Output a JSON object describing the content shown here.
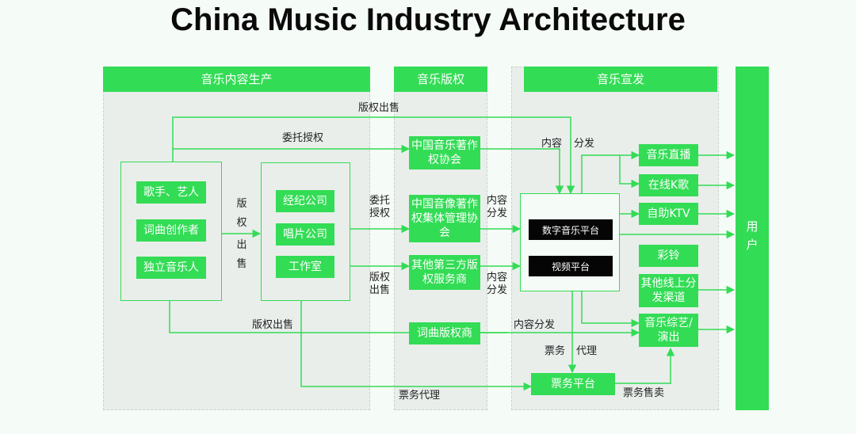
{
  "title": "China Music Industry Architecture",
  "sections": {
    "production": "音乐内容生产",
    "copyright": "音乐版权",
    "distribution": "音乐宣发"
  },
  "users": "用户",
  "creators": [
    "歌手、艺人",
    "词曲创作者",
    "独立音乐人"
  ],
  "companies": [
    "经纪公司",
    "唱片公司",
    "工作室"
  ],
  "agencies": {
    "mcsc": "中国音乐著作权协会",
    "casc": "中国音像著作权集体管理协会",
    "third_party": "其他第三方版权服务商",
    "lyric_copyright": "词曲版权商"
  },
  "platforms": {
    "digital_music": "数字音乐平台",
    "video": "视频平台",
    "ticketing": "票务平台"
  },
  "outlets": [
    "音乐直播",
    "在线K歌",
    "自助KTV",
    "彩铃",
    "其他线上分发渠道",
    "音乐综艺/演出"
  ],
  "labels": {
    "copyright_sale_top": "版权出售",
    "entrust_top": "委托授权",
    "copyright_sale_vertical": "版权出售",
    "entrust_license": "委托授权",
    "copyright_sale_mid": "版权出售",
    "copyright_sale_bottom": "版权出售",
    "ticket_agency_bottom": "票务代理",
    "content_top": "内容",
    "distribute_top": "分发",
    "content_dist_1": "内容分发",
    "content_dist_2": "内容分发",
    "content_dist_3": "内容分发",
    "ticket_word": "票务",
    "agency_word": "代理",
    "ticket_sales": "票务售卖"
  }
}
